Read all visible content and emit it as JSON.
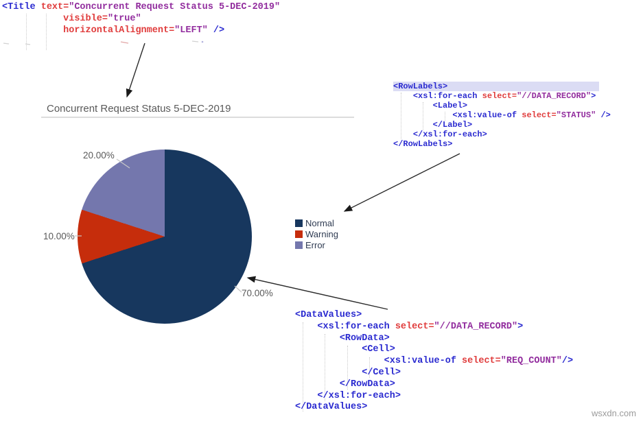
{
  "watermark": "wsxdn.com",
  "chart": {
    "title": "Concurrent Request Status 5-DEC-2019",
    "labels_display": {
      "p20": "20.00%",
      "p10": "10.00%",
      "p70": "70.00%"
    },
    "legend": [
      {
        "label": "Normal",
        "color": "#17375E"
      },
      {
        "label": "Warning",
        "color": "#C62D0C"
      },
      {
        "label": "Error",
        "color": "#7477AD"
      }
    ]
  },
  "chart_data": {
    "type": "pie",
    "title": "Concurrent Request Status 5-DEC-2019",
    "categories": [
      "Normal",
      "Warning",
      "Error"
    ],
    "values": [
      70,
      10,
      20
    ],
    "labels": [
      "70.00%",
      "10.00%",
      "20.00%"
    ],
    "colors": [
      "#17375E",
      "#C62D0C",
      "#7477AD"
    ],
    "legend_position": "right",
    "start_angle_deg": 0,
    "direction": "clockwise"
  },
  "syntax_colors": {
    "tag": "#2B2BD0",
    "attribute": "#E03C3C",
    "value": "#922D9E",
    "highlight": "#DBDCF4"
  },
  "code_blocks": {
    "title_code": {
      "lines": [
        {
          "seg": [
            {
              "t": "<Title ",
              "c": "g"
            },
            {
              "t": "text",
              "c": "a"
            },
            {
              "t": "=",
              "c": "a"
            },
            {
              "t": "\"Concurrent Request Status 5-DEC-2019\"",
              "c": "v"
            }
          ]
        },
        {
          "seg": [
            {
              "t": "           ",
              "c": "p"
            },
            {
              "t": "visible",
              "c": "a"
            },
            {
              "t": "=",
              "c": "a"
            },
            {
              "t": "\"true\"",
              "c": "v"
            }
          ]
        },
        {
          "seg": [
            {
              "t": "           ",
              "c": "p"
            },
            {
              "t": "horizontalAlignment",
              "c": "a"
            },
            {
              "t": "=",
              "c": "a"
            },
            {
              "t": "\"LEFT\"",
              "c": "v"
            },
            {
              "t": " />",
              "c": "g"
            }
          ]
        }
      ]
    },
    "row_labels": {
      "lines": [
        {
          "hl": true,
          "seg": [
            {
              "t": "<RowLabels>",
              "c": "g"
            }
          ]
        },
        {
          "seg": [
            {
              "t": "    ",
              "c": "p"
            },
            {
              "t": "<xsl:for-each ",
              "c": "g"
            },
            {
              "t": "select",
              "c": "a"
            },
            {
              "t": "=",
              "c": "a"
            },
            {
              "t": "\"//DATA_RECORD\"",
              "c": "v"
            },
            {
              "t": ">",
              "c": "g"
            }
          ]
        },
        {
          "seg": [
            {
              "t": "        ",
              "c": "p"
            },
            {
              "t": "<Label>",
              "c": "g"
            }
          ]
        },
        {
          "seg": [
            {
              "t": "            ",
              "c": "p"
            },
            {
              "t": "<xsl:value-of ",
              "c": "g"
            },
            {
              "t": "select",
              "c": "a"
            },
            {
              "t": "=",
              "c": "a"
            },
            {
              "t": "\"STATUS\"",
              "c": "v"
            },
            {
              "t": " />",
              "c": "g"
            }
          ]
        },
        {
          "seg": [
            {
              "t": "        ",
              "c": "p"
            },
            {
              "t": "</Label>",
              "c": "g"
            }
          ]
        },
        {
          "seg": [
            {
              "t": "    ",
              "c": "p"
            },
            {
              "t": "</xsl:for-each>",
              "c": "g"
            }
          ]
        },
        {
          "seg": [
            {
              "t": "</RowLabels>",
              "c": "g"
            }
          ]
        }
      ]
    },
    "data_values": {
      "lines": [
        {
          "seg": [
            {
              "t": "<DataValues>",
              "c": "g"
            }
          ]
        },
        {
          "seg": [
            {
              "t": "    ",
              "c": "p"
            },
            {
              "t": "<xsl:for-each ",
              "c": "g"
            },
            {
              "t": "select",
              "c": "a"
            },
            {
              "t": "=",
              "c": "a"
            },
            {
              "t": "\"//DATA_RECORD\"",
              "c": "v"
            },
            {
              "t": ">",
              "c": "g"
            }
          ]
        },
        {
          "seg": [
            {
              "t": "        ",
              "c": "p"
            },
            {
              "t": "<RowData>",
              "c": "g"
            }
          ]
        },
        {
          "seg": [
            {
              "t": "            ",
              "c": "p"
            },
            {
              "t": "<Cell>",
              "c": "g"
            }
          ]
        },
        {
          "seg": [
            {
              "t": "                ",
              "c": "p"
            },
            {
              "t": "<xsl:value-of ",
              "c": "g"
            },
            {
              "t": "select",
              "c": "a"
            },
            {
              "t": "=",
              "c": "a"
            },
            {
              "t": "\"REQ_COUNT\"",
              "c": "v"
            },
            {
              "t": "/>",
              "c": "g"
            }
          ]
        },
        {
          "seg": [
            {
              "t": "            ",
              "c": "p"
            },
            {
              "t": "</Cell>",
              "c": "g"
            }
          ]
        },
        {
          "seg": [
            {
              "t": "        ",
              "c": "p"
            },
            {
              "t": "</RowData>",
              "c": "g"
            }
          ]
        },
        {
          "seg": [
            {
              "t": "    ",
              "c": "p"
            },
            {
              "t": "</xsl:for-each>",
              "c": "g"
            }
          ]
        },
        {
          "seg": [
            {
              "t": "</DataValues>",
              "c": "g"
            }
          ]
        }
      ]
    }
  }
}
